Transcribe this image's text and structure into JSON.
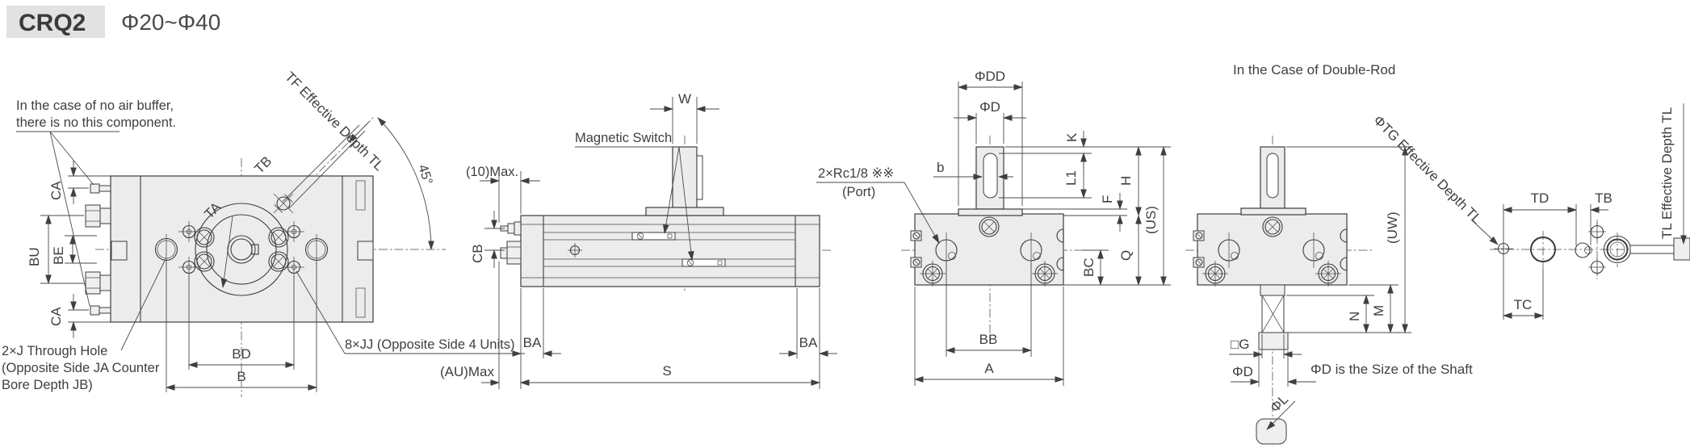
{
  "header": {
    "model": "CRQ2",
    "bore_range": "Φ20~Φ40"
  },
  "front_view": {
    "note_line1": "In the case of no air buffer,",
    "note_line2": "there is no this component.",
    "dim_tf": "TF Effective Depth TL",
    "angle_45": "45°",
    "dim_tb": "TB",
    "dim_ta": "TA",
    "dim_ca_top": "CA",
    "dim_bu": "BU",
    "dim_be": "BE",
    "dim_ca_bottom": "CA",
    "label_through_hole_line1": "2×J Through Hole",
    "label_through_hole_line2": "(Opposite Side JA Counter",
    "label_through_hole_line3": "Bore Depth JB)",
    "label_jj_holes": "8×JJ (Opposite Side 4 Units)",
    "dim_bd": "BD",
    "dim_b": "B"
  },
  "side_view": {
    "dim_w": "W",
    "label_magnetic_switch": "Magnetic Switch",
    "dim_10_max": "(10)Max.",
    "dim_cb": "CB",
    "dim_au_max": "(AU)Max",
    "dim_ba_left": "BA",
    "dim_s": "S",
    "dim_ba_right": "BA"
  },
  "end_view": {
    "label_port_line1": "2×Rc1/8 ※※",
    "label_port_line2": "(Port)",
    "dim_dd": "ΦDD",
    "dim_d": "ΦD",
    "dim_b_key": "b",
    "dim_k": "K",
    "dim_l1": "L1",
    "dim_f": "F",
    "dim_h": "H",
    "dim_us": "(US)",
    "dim_q": "Q",
    "dim_bc": "BC",
    "dim_bb": "BB",
    "dim_a": "A"
  },
  "double_rod_view": {
    "title": "In the Case of Double-Rod",
    "dim_tg": "ΦTG Effective Depth TL",
    "dim_uw": "(UW)",
    "dim_n": "N",
    "dim_m": "M",
    "dim_g": "□G",
    "dim_d_bottom": "ΦD",
    "note_shaft": "ΦD is the Size of the Shaft",
    "dim_l": "ΦL"
  },
  "rear_detail_view": {
    "dim_td": "TD",
    "dim_tb": "TB",
    "dim_tc": "TC",
    "dim_tl": "TL Effective Depth TL"
  },
  "colors": {
    "line": "#3f3f3f",
    "body_fill": "#ececec",
    "header_bg": "#e2e2e2",
    "text": "#3f3f3f",
    "background": "#ffffff"
  }
}
